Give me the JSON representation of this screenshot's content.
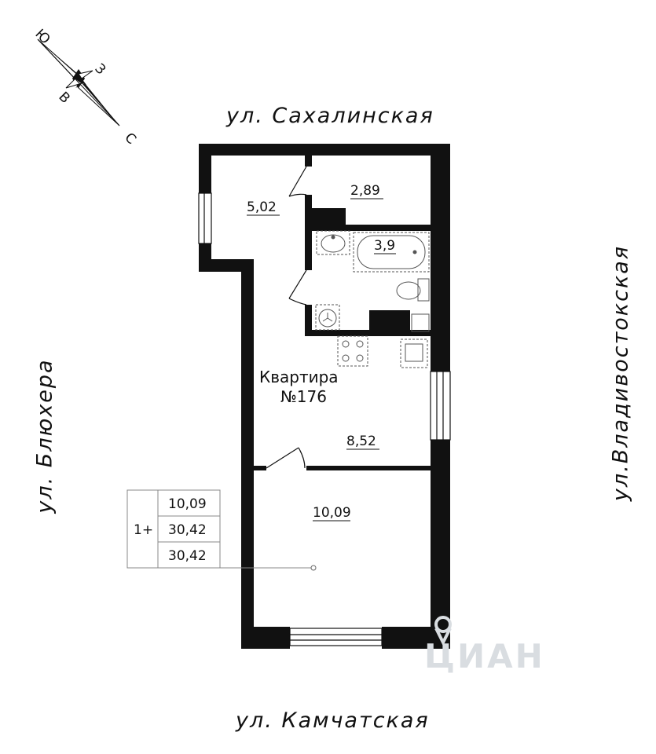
{
  "streets": {
    "top": "ул. Сахалинская",
    "bottom": "ул. Камчатская",
    "left": "ул. Блюхера",
    "right": "ул.Владивостокская"
  },
  "compass": {
    "north": "С",
    "south": "Ю",
    "east": "В",
    "west": "З"
  },
  "apartment": {
    "title": "Квартира",
    "number": "№176"
  },
  "rooms": {
    "hall": "5,02",
    "storage": "2,89",
    "bathroom": "3,9",
    "kitchen_living": "8,52",
    "bedroom": "10,09"
  },
  "summary": {
    "rooms_code": "1+",
    "living_area": "10,09",
    "total_area": "30,42",
    "total_area_with_balcony": "30,42"
  },
  "watermark": "ЦИАН",
  "colors": {
    "wall": "#111111",
    "fixture": "#555555",
    "watermark": "#d9dde1"
  }
}
